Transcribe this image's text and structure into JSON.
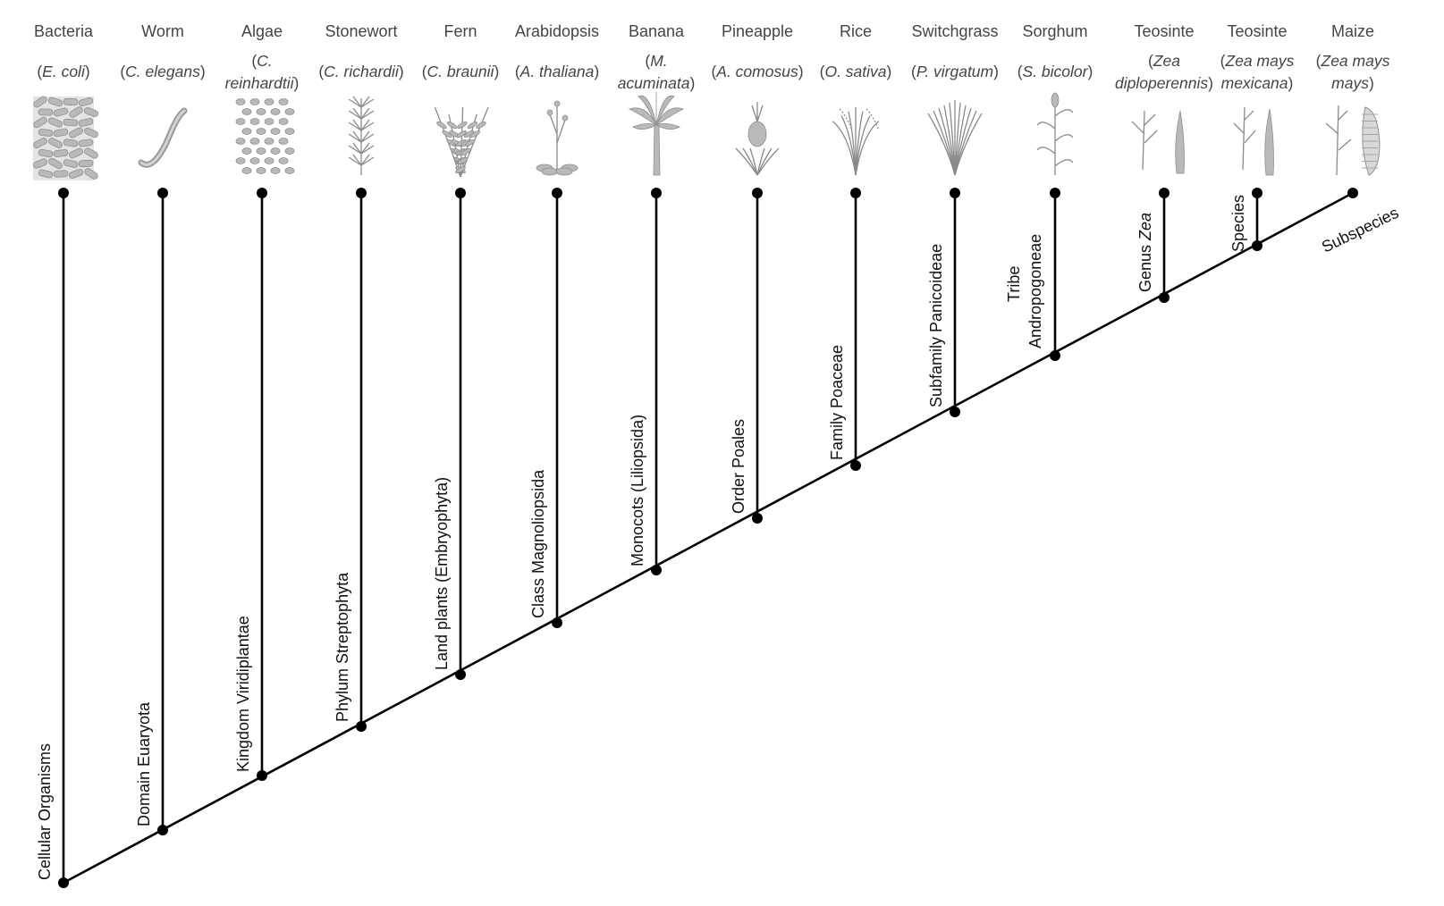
{
  "taxa": [
    {
      "name": "Bacteria",
      "scientific": [
        [
          {
            "t": "(",
            "i": false
          },
          {
            "t": "E. coli",
            "i": true
          },
          {
            "t": ")",
            "i": false
          }
        ]
      ],
      "illustration": "bacteria-icon"
    },
    {
      "name": "Worm",
      "scientific": [
        [
          {
            "t": "(",
            "i": false
          },
          {
            "t": "C. elegans",
            "i": true
          },
          {
            "t": ")",
            "i": false
          }
        ]
      ],
      "illustration": "worm-icon"
    },
    {
      "name": "Algae",
      "scientific": [
        [
          {
            "t": "(",
            "i": false
          },
          {
            "t": "C.",
            "i": true
          }
        ],
        [
          {
            "t": "reinhardtii",
            "i": true
          },
          {
            "t": ")",
            "i": false
          }
        ]
      ],
      "illustration": "algae-icon"
    },
    {
      "name": "Stonewort",
      "scientific": [
        [
          {
            "t": "(",
            "i": false
          },
          {
            "t": "C. richardii",
            "i": true
          },
          {
            "t": ")",
            "i": false
          }
        ]
      ],
      "illustration": "stonewort-icon"
    },
    {
      "name": "Fern",
      "scientific": [
        [
          {
            "t": "(",
            "i": false
          },
          {
            "t": "C. braunii",
            "i": true
          },
          {
            "t": ")",
            "i": false
          }
        ]
      ],
      "illustration": "fern-icon"
    },
    {
      "name": "Arabidopsis",
      "scientific": [
        [
          {
            "t": "(",
            "i": false
          },
          {
            "t": "A. thaliana",
            "i": true
          },
          {
            "t": ")",
            "i": false
          }
        ]
      ],
      "illustration": "arabidopsis-icon"
    },
    {
      "name": "Banana",
      "scientific": [
        [
          {
            "t": "(",
            "i": false
          },
          {
            "t": "M.",
            "i": true
          }
        ],
        [
          {
            "t": "acuminata",
            "i": true
          },
          {
            "t": ")",
            "i": false
          }
        ]
      ],
      "illustration": "banana-icon"
    },
    {
      "name": "Pineapple",
      "scientific": [
        [
          {
            "t": "(",
            "i": false
          },
          {
            "t": "A. comosus",
            "i": true
          },
          {
            "t": ")",
            "i": false
          }
        ]
      ],
      "illustration": "pineapple-icon"
    },
    {
      "name": "Rice",
      "scientific": [
        [
          {
            "t": "(",
            "i": false
          },
          {
            "t": "O. sativa",
            "i": true
          },
          {
            "t": ")",
            "i": false
          }
        ]
      ],
      "illustration": "rice-icon"
    },
    {
      "name": "Switchgrass",
      "scientific": [
        [
          {
            "t": "(",
            "i": false
          },
          {
            "t": "P. virgatum",
            "i": true
          },
          {
            "t": ")",
            "i": false
          }
        ]
      ],
      "illustration": "switchgrass-icon"
    },
    {
      "name": "Sorghum",
      "scientific": [
        [
          {
            "t": "(",
            "i": false
          },
          {
            "t": "S. bicolor",
            "i": true
          },
          {
            "t": ")",
            "i": false
          }
        ]
      ],
      "illustration": "sorghum-icon"
    },
    {
      "name": "Teosinte",
      "scientific": [
        [
          {
            "t": "(",
            "i": false
          },
          {
            "t": "Zea",
            "i": true
          }
        ],
        [
          {
            "t": "diploperennis",
            "i": true
          },
          {
            "t": ")",
            "i": false
          }
        ]
      ],
      "illustration": "teosinte-icon"
    },
    {
      "name": "Teosinte",
      "scientific": [
        [
          {
            "t": "(",
            "i": false
          },
          {
            "t": "Zea mays",
            "i": true
          }
        ],
        [
          {
            "t": "mexicana",
            "i": true
          },
          {
            "t": ")",
            "i": false
          }
        ]
      ],
      "illustration": "teosinte-mexicana-icon"
    },
    {
      "name": "Maize",
      "scientific": [
        [
          {
            "t": "(",
            "i": false
          },
          {
            "t": "Zea mays",
            "i": true
          }
        ],
        [
          {
            "t": "mays",
            "i": true
          },
          {
            "t": ")",
            "i": false
          }
        ]
      ],
      "illustration": "maize-icon"
    }
  ],
  "ranks": [
    [
      {
        "t": "Cellular Organisms",
        "i": false
      }
    ],
    [
      {
        "t": "Domain Euaryota",
        "i": false
      }
    ],
    [
      {
        "t": "Kingdom Viridiplantae",
        "i": false
      }
    ],
    [
      {
        "t": "Phylum Streptophyta",
        "i": false
      }
    ],
    [
      {
        "t": "Land plants (Embryophyta)",
        "i": false
      }
    ],
    [
      {
        "t": "Class Magnoliopsida",
        "i": false
      }
    ],
    [
      {
        "t": "Monocots (Liliopsida)",
        "i": false
      }
    ],
    [
      {
        "t": "Order Poales",
        "i": false
      }
    ],
    [
      {
        "t": "Family Poaceae",
        "i": false
      }
    ],
    [
      {
        "t": "Subfamily Panicoideae",
        "i": false
      }
    ],
    [
      {
        "t": "Tribe",
        "i": false
      }
    ],
    [
      {
        "t": "Andropogoneae",
        "i": false
      }
    ],
    [
      {
        "t": "Genus ",
        "i": false
      },
      {
        "t": "Zea",
        "i": true
      }
    ],
    [
      {
        "t": "Species",
        "i": false
      }
    ],
    [
      {
        "t": "Subspecies",
        "i": false
      }
    ]
  ]
}
